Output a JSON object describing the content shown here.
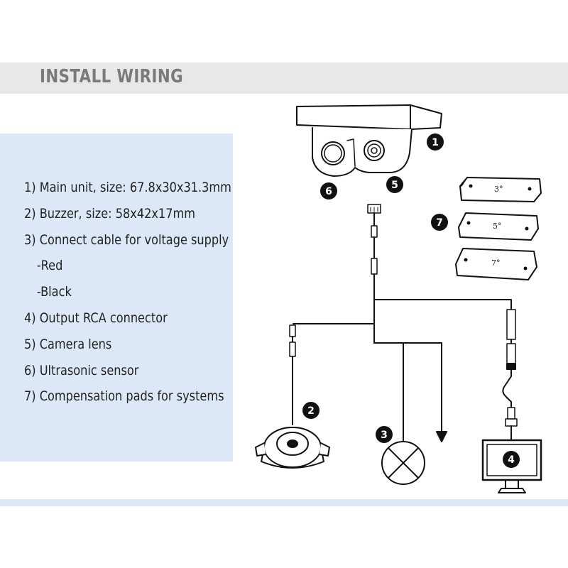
{
  "header": {
    "title": "INSTALL WIRING"
  },
  "legend": {
    "items": [
      {
        "text": "1) Main unit, size: 67.8x30x31.3mm",
        "sub": false
      },
      {
        "text": "2) Buzzer, size: 58x42x17mm",
        "sub": false
      },
      {
        "text": "3) Connect cable for voltage supply",
        "sub": false
      },
      {
        "text": "-Red",
        "sub": true
      },
      {
        "text": "-Black",
        "sub": true
      },
      {
        "text": "4) Output RCA connector",
        "sub": false
      },
      {
        "text": "5) Camera lens",
        "sub": false
      },
      {
        "text": "6) Ultrasonic sensor",
        "sub": false
      },
      {
        "text": "7) Compensation pads for systems",
        "sub": false
      }
    ]
  },
  "callouts": {
    "c1": "1",
    "c2": "2",
    "c3": "3",
    "c4": "4",
    "c5": "5",
    "c6": "6",
    "c7": "7"
  },
  "pads": {
    "p1": "3°",
    "p2": "5°",
    "p3": "7°"
  },
  "colors": {
    "header_band": "#e8e8e8",
    "panel": "#dce8f7",
    "title": "#7a7a7a",
    "line": "#111111"
  }
}
